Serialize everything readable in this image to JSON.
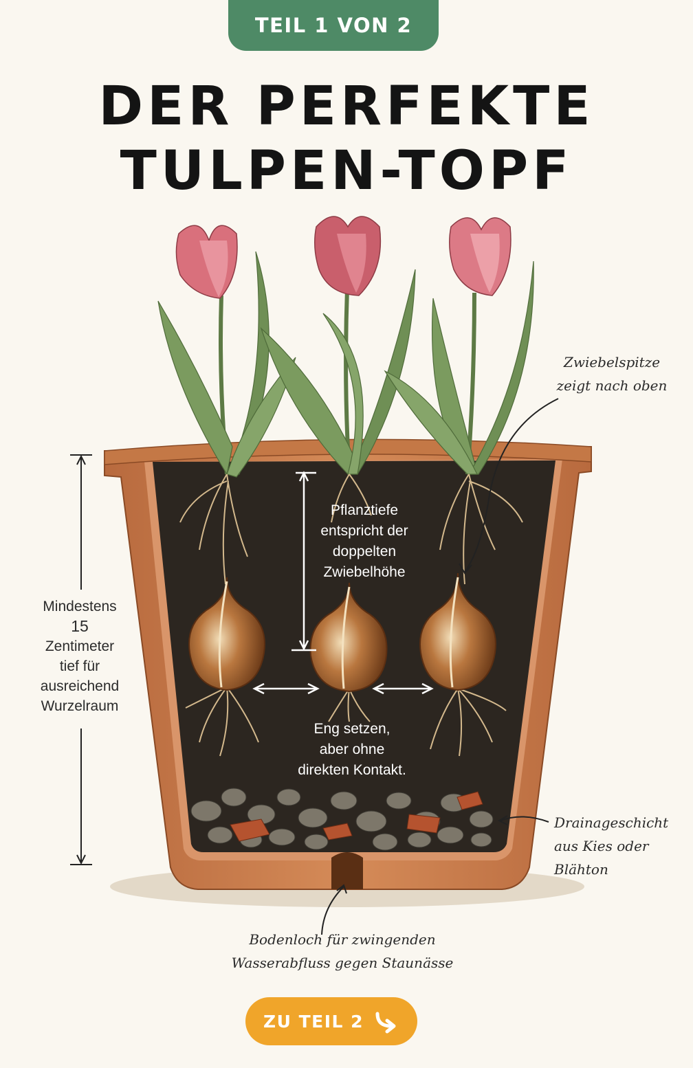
{
  "badge": {
    "label": "TEIL 1 VON 2"
  },
  "title": {
    "line1": "DER PERFEKTE",
    "line2": "TULPEN-TOPF"
  },
  "labels": {
    "depth_min": [
      "Mindestens",
      "15",
      "Zentimeter",
      "tief für",
      "ausreichend",
      "Wurzelraum"
    ],
    "planting_depth": [
      "Pflanztiefe",
      "entspricht der",
      "doppelten",
      "Zwiebelhöhe"
    ],
    "spacing": [
      "Eng setzen,",
      "aber ohne",
      "direkten Kontakt."
    ],
    "bulb_tip": [
      "Zwiebelspitze",
      "zeigt nach oben"
    ],
    "drainage": [
      "Drainageschicht",
      "aus Kies oder",
      "Blähton"
    ],
    "drain_hole": [
      "Bodenloch für zwingenden",
      "Wasserabfluss gegen Staunässe"
    ]
  },
  "next_button": {
    "label": "ZU TEIL 2",
    "icon": "arrow-down-right-icon"
  },
  "colors": {
    "badge": "#4e8a66",
    "button": "#f0a52a",
    "title": "#141414",
    "pot": "#c9794a",
    "soil": "#2c2620",
    "tulip": "#d9707c",
    "leaf": "#6f8f55"
  }
}
